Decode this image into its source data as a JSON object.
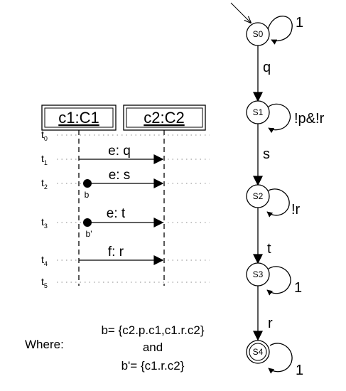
{
  "sequence": {
    "lifelines": [
      {
        "id": "c1",
        "label": "c1:C1"
      },
      {
        "id": "c2",
        "label": "c2:C2"
      }
    ],
    "times": [
      {
        "base": "t",
        "sub": "0"
      },
      {
        "base": "t",
        "sub": "1"
      },
      {
        "base": "t",
        "sub": "2"
      },
      {
        "base": "t",
        "sub": "3"
      },
      {
        "base": "t",
        "sub": "4"
      },
      {
        "base": "t",
        "sub": "5"
      }
    ],
    "messages": [
      {
        "time": "t1",
        "label": "e: q",
        "marker": ""
      },
      {
        "time": "t2",
        "label": "e: s",
        "marker": "b"
      },
      {
        "time": "t3",
        "label": "e: t",
        "marker": "b'"
      },
      {
        "time": "t4",
        "label": "f: r",
        "marker": ""
      }
    ]
  },
  "state_machine": {
    "states": [
      "S0",
      "S1",
      "S2",
      "S3",
      "S4"
    ],
    "initial": "S0",
    "final": "S4",
    "transitions": [
      {
        "from": "S0",
        "to": "S1",
        "label": "q"
      },
      {
        "from": "S1",
        "to": "S2",
        "label": "s"
      },
      {
        "from": "S2",
        "to": "S3",
        "label": "t"
      },
      {
        "from": "S3",
        "to": "S4",
        "label": "r"
      }
    ],
    "self_loops": [
      {
        "state": "S0",
        "label": "1"
      },
      {
        "state": "S1",
        "label": "!p&!r"
      },
      {
        "state": "S2",
        "label": "!r"
      },
      {
        "state": "S3",
        "label": "1"
      },
      {
        "state": "S4",
        "label": "1"
      }
    ]
  },
  "note": {
    "where": "Where:",
    "line1": "b= {c2.p.c1,c1.r.c2}",
    "line2": "and",
    "line3": "b'= {c1.r.c2}"
  }
}
